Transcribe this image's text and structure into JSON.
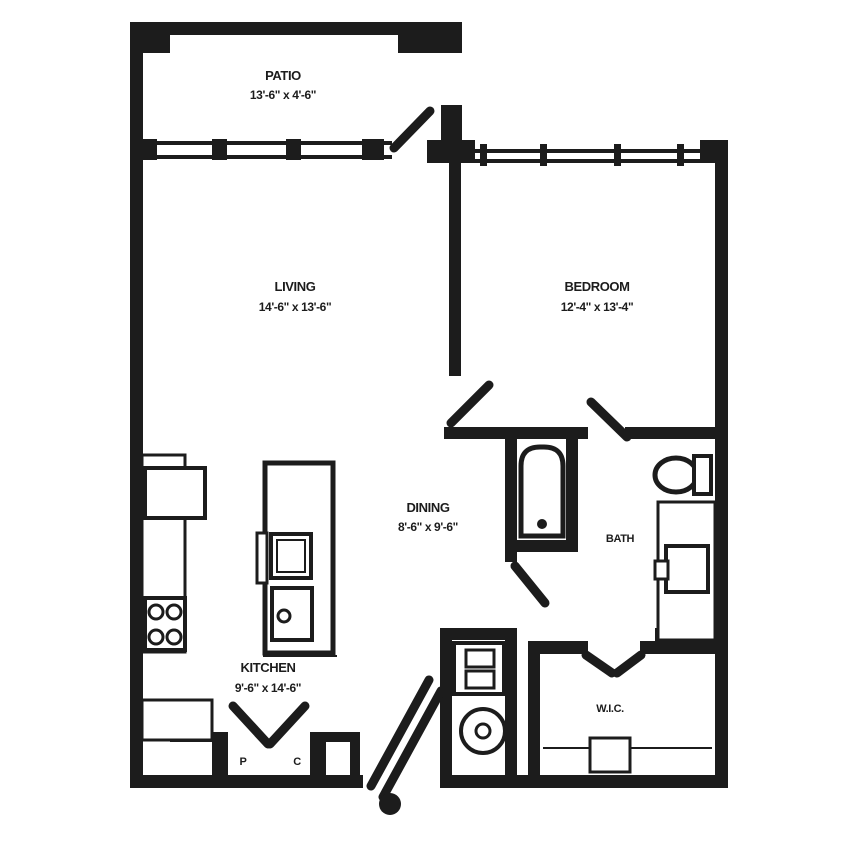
{
  "plan": {
    "title": "one-bedroom apartment floor plan",
    "colors": {
      "wall": "#1c1c1c",
      "background": "#ffffff"
    },
    "rooms": [
      {
        "id": "patio",
        "label": "PATIO",
        "dims": "13'-6\" x 4'-6\""
      },
      {
        "id": "living",
        "label": "LIVING",
        "dims": "14'-6\" x 13'-6\""
      },
      {
        "id": "bedroom",
        "label": "BEDROOM",
        "dims": "12'-4\" x 13'-4\""
      },
      {
        "id": "dining",
        "label": "DINING",
        "dims": "8'-6\" x 9'-6\""
      },
      {
        "id": "kitchen",
        "label": "KITCHEN",
        "dims": "9'-6\" x 14'-6\""
      },
      {
        "id": "bath",
        "label": "BATH"
      },
      {
        "id": "wic",
        "label": "W.I.C."
      },
      {
        "id": "pantry",
        "label": "P"
      },
      {
        "id": "coat",
        "label": "C"
      }
    ],
    "fixtures": [
      "bathtub",
      "toilet",
      "vanity-sink",
      "kitchen-island",
      "island-sink",
      "dishwasher",
      "refrigerator",
      "range-burners",
      "washer-dryer",
      "water-heater",
      "closet-shelf",
      "entry-door-knob"
    ]
  }
}
